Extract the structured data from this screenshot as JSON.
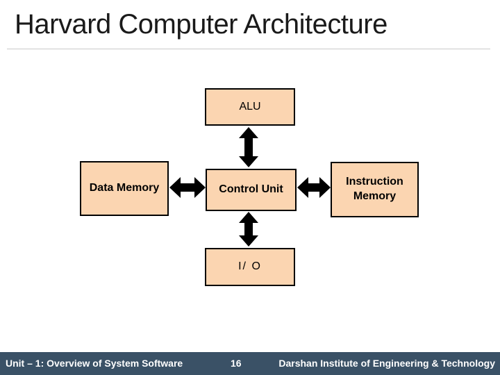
{
  "slide": {
    "title": "Harvard Computer Architecture"
  },
  "diagram": {
    "boxes": {
      "alu": "ALU",
      "data_memory": "Data Memory",
      "control_unit": "Control Unit",
      "instruction_memory": "Instruction Memory",
      "io": "I/ O"
    },
    "connectors": [
      {
        "from": "ALU",
        "to": "Control Unit",
        "type": "double-headed-arrow",
        "orientation": "vertical"
      },
      {
        "from": "Data Memory",
        "to": "Control Unit",
        "type": "double-headed-arrow",
        "orientation": "horizontal"
      },
      {
        "from": "Control Unit",
        "to": "Instruction Memory",
        "type": "double-headed-arrow",
        "orientation": "horizontal"
      },
      {
        "from": "Control Unit",
        "to": "I/ O",
        "type": "double-headed-arrow",
        "orientation": "vertical"
      }
    ]
  },
  "footer": {
    "left": "Unit – 1: Overview of System Software",
    "page": "16",
    "right": "Darshan Institute of Engineering & Technology"
  },
  "colors": {
    "box-fill": "#FBD5B1",
    "box-border": "#000000",
    "arrow": "#000000",
    "footer-bg": "#3A5166",
    "footer-text": "#FFFFFF",
    "title-text": "#1A1A1A",
    "divider": "#C9C9C9"
  }
}
